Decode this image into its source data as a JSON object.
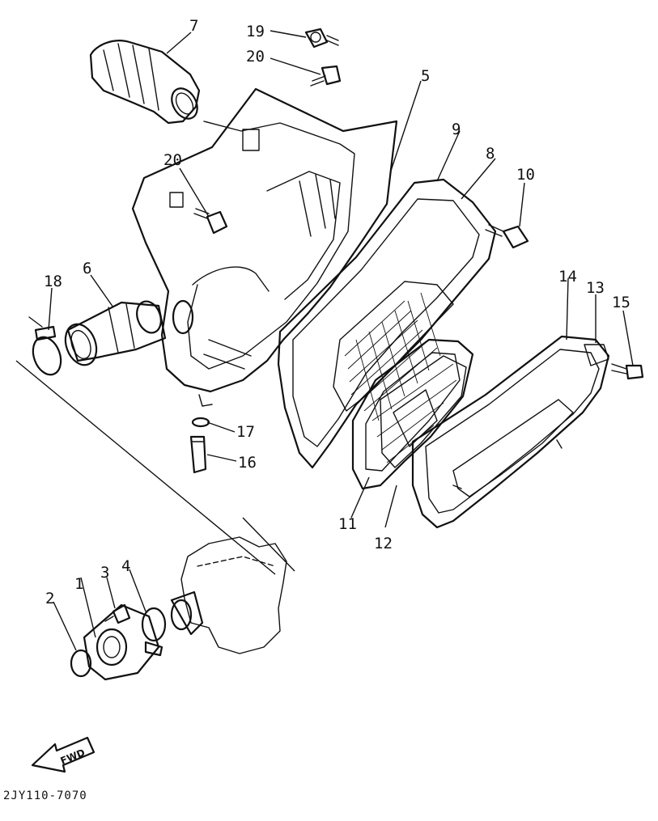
{
  "diagram": {
    "callouts": {
      "c1": "1",
      "c2": "2",
      "c3": "3",
      "c4": "4",
      "c5": "5",
      "c6": "6",
      "c7": "7",
      "c8": "8",
      "c9": "9",
      "c10": "10",
      "c11": "11",
      "c12": "12",
      "c13": "13",
      "c14": "14",
      "c15": "15",
      "c16": "16",
      "c17": "17",
      "c18": "18",
      "c19": "19",
      "c20a": "20",
      "c20b": "20"
    },
    "direction_arrow": "FWD",
    "diagram_code": "2JY110-7070"
  }
}
